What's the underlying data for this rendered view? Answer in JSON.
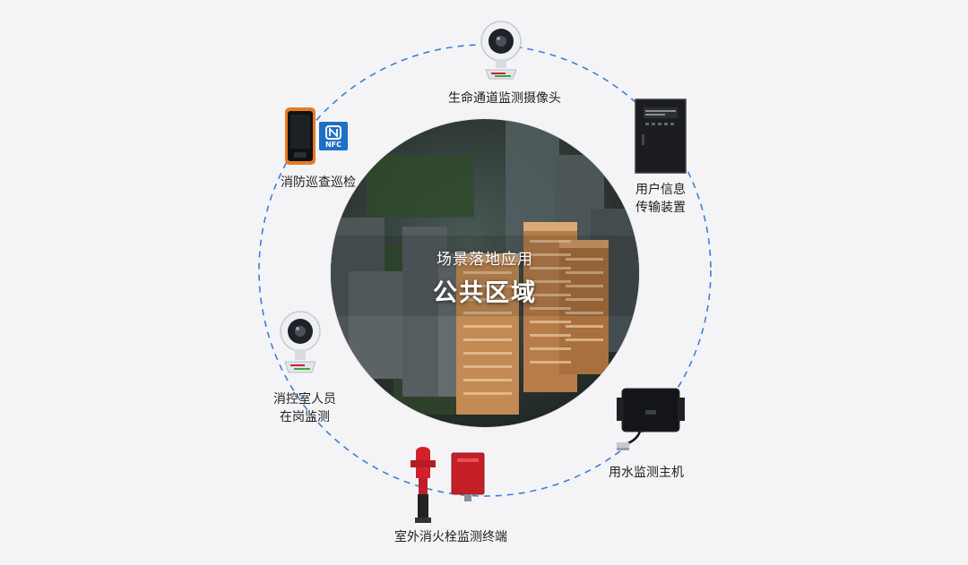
{
  "center": {
    "subtitle": "场景落地应用",
    "title": "公共区域"
  },
  "nodes": {
    "lifeline_camera": {
      "label": "生命通道监测摄像头",
      "icon": "camera-icon"
    },
    "user_info": {
      "line1": "用户信息",
      "line2": "传输装置",
      "icon": "transmission-cabinet-icon"
    },
    "water_monitor": {
      "label": "用水监测主机",
      "icon": "water-monitor-host-icon"
    },
    "outdoor_hydrant": {
      "label": "室外消火栓监测终端",
      "icon": "fire-hydrant-icon"
    },
    "control_room": {
      "line1": "消控室人员",
      "line2": "在岗监测",
      "icon": "camera-icon"
    },
    "patrol": {
      "label": "消防巡查巡检",
      "icon": "rugged-phone-icon",
      "nfc_tag": "NFC"
    }
  },
  "colors": {
    "ring": "#3d7fd9",
    "nfc_blue": "#1f6fc4",
    "phone_orange": "#e87a1e",
    "hydrant_red": "#d3212b"
  }
}
